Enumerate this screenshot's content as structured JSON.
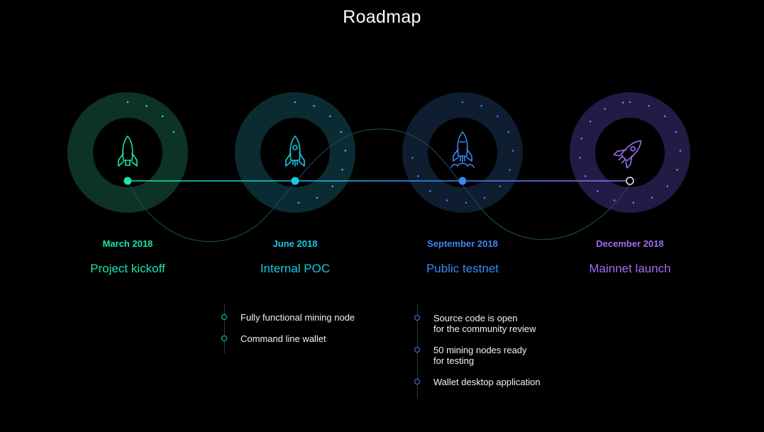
{
  "page": {
    "title": "Roadmap"
  },
  "milestones": [
    {
      "date": "March 2018",
      "name": "Project kickoff",
      "color": "#19e3b1",
      "status": "done",
      "icon": "rocket-icon"
    },
    {
      "date": "June 2018",
      "name": "Internal POC",
      "color": "#16c9e6",
      "status": "done",
      "icon": "rocket-icon"
    },
    {
      "date": "September 2018",
      "name": "Public testnet",
      "color": "#3a86f0",
      "status": "current",
      "icon": "rocket-launch-icon"
    },
    {
      "date": "December 2018",
      "name": "Mainnet launch",
      "color": "#9b6ff2",
      "status": "upcoming",
      "icon": "rocket-flying-icon"
    }
  ],
  "details": {
    "internal_poc": [
      "Fully functional mining node",
      "Command line wallet"
    ],
    "public_testnet": [
      {
        "line1": "Source code is open",
        "line2": "for the community review"
      },
      {
        "line1": "50 mining nodes ready",
        "line2": "for testing"
      },
      {
        "line1": "Wallet desktop application",
        "line2": ""
      }
    ]
  },
  "colors": {
    "background": "#000000",
    "teal": "#19e3b1",
    "cyan": "#16c9e6",
    "blue": "#3a86f0",
    "purple": "#9b6ff2"
  }
}
